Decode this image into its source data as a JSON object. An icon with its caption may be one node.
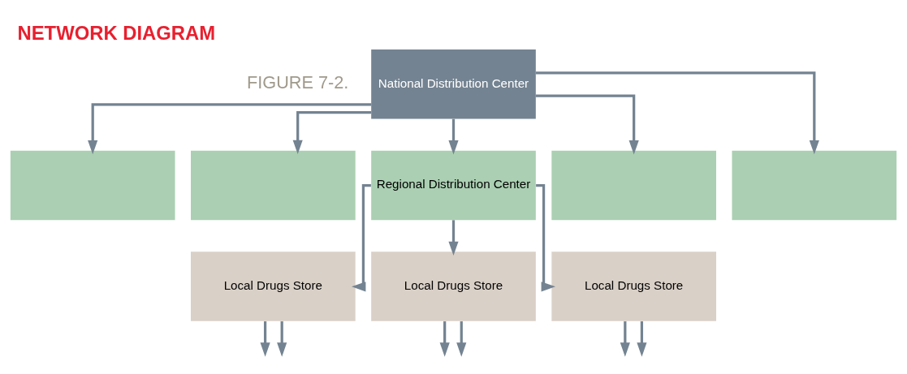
{
  "diagram": {
    "title": "NETWORK DIAGRAM",
    "nodes": [
      {
        "text": [
          "National Distribution Center"
        ]
      },
      {
        "text": [],
        "shape": "box"
      },
      {
        "text": [],
        "shape": "box"
      },
      {
        "text": [
          "Regional Distribution Center"
        ]
      },
      {
        "text": [],
        "shape": "box"
      },
      {
        "text": [],
        "shape": "box"
      },
      {
        "text": [
          "Local Drugs Store"
        ]
      },
      {
        "text": [
          "Local Drugs Store"
        ]
      },
      {
        "text": [
          "Local Drugs Store"
        ]
      }
    ],
    "edges": [
      {
        "from": 0,
        "to": 1,
        "arrow": "to"
      },
      {
        "from": 0,
        "to": 2,
        "arrow": "to"
      },
      {
        "from": 0,
        "to": 3,
        "arrow": "to"
      },
      {
        "from": 0,
        "to": 4,
        "arrow": "to"
      },
      {
        "from": 0,
        "to": 5,
        "arrow": "to"
      },
      {
        "from": 3,
        "to": 6,
        "arrow": "to"
      },
      {
        "from": 3,
        "to": 7,
        "arrow": "to"
      },
      {
        "from": 3,
        "to": 8,
        "arrow": "to"
      },
      {
        "from": 6,
        "to": null,
        "arrow": "to"
      },
      {
        "from": 6,
        "to": null,
        "arrow": "to"
      },
      {
        "from": 7,
        "to": null,
        "arrow": "to"
      },
      {
        "from": 7,
        "to": null,
        "arrow": "to"
      },
      {
        "from": 8,
        "to": null,
        "arrow": "to"
      },
      {
        "from": 8,
        "to": null,
        "arrow": "to"
      }
    ],
    "labels": [
      "FIGURE 7-2."
    ]
  }
}
